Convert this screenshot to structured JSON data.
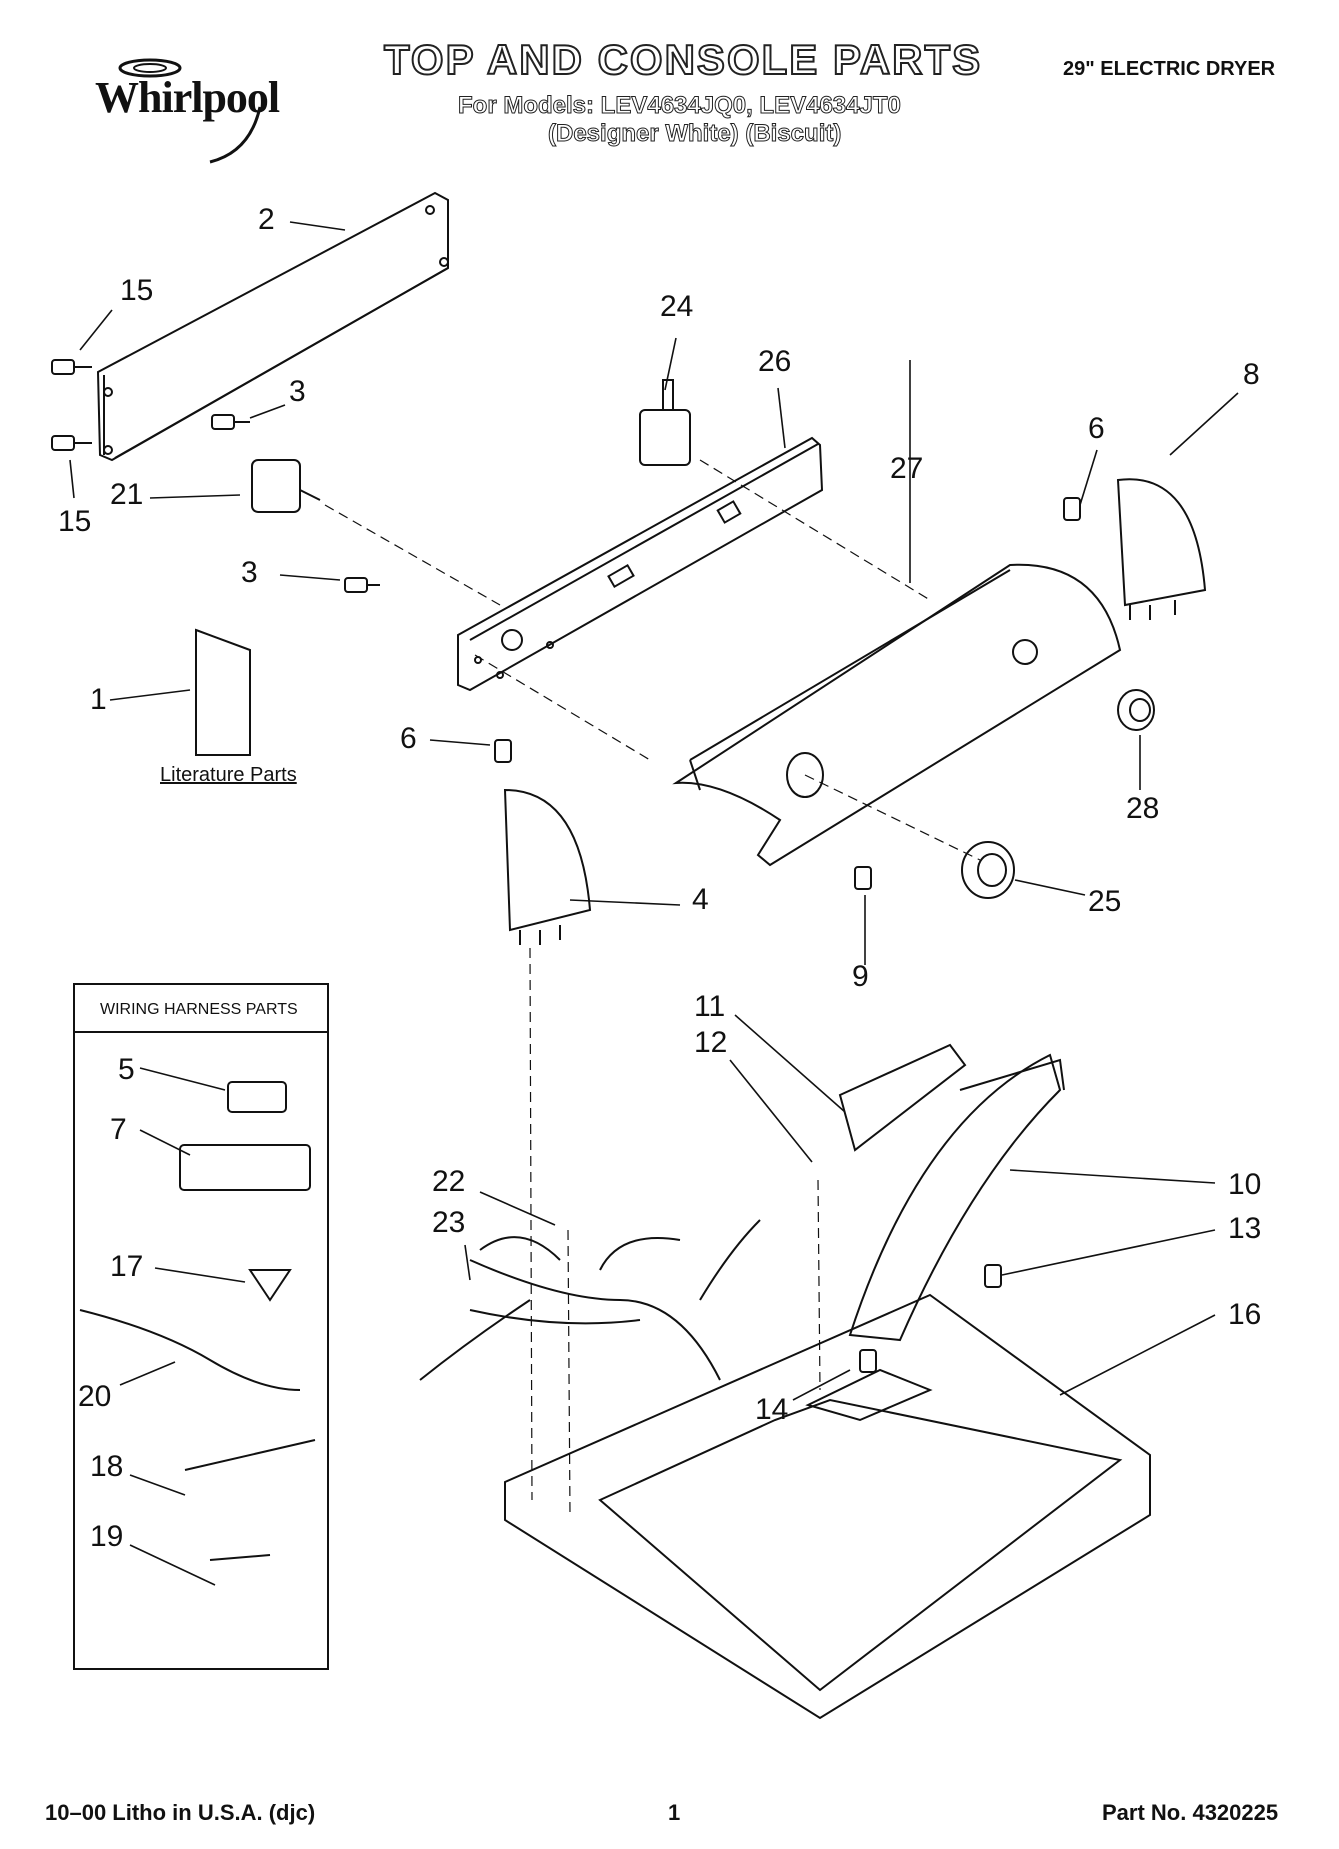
{
  "header": {
    "brand": "Whirlpool",
    "title": "TOP AND CONSOLE PARTS",
    "models": "For Models: LEV4634JQ0, LEV4634JT0",
    "variants": "(Designer White)  (Biscuit)",
    "product": "29\" ELECTRIC DRYER"
  },
  "labels": {
    "literature_parts": "Literature Parts",
    "wiring_harness_parts": "WIRING HARNESS PARTS"
  },
  "callouts": {
    "c1": "1",
    "c2": "2",
    "c3a": "3",
    "c3b": "3",
    "c4": "4",
    "c5": "5",
    "c6a": "6",
    "c6b": "6",
    "c7": "7",
    "c8": "8",
    "c9": "9",
    "c10": "10",
    "c11": "11",
    "c12": "12",
    "c13": "13",
    "c14": "14",
    "c15a": "15",
    "c15b": "15",
    "c16": "16",
    "c17": "17",
    "c18": "18",
    "c19": "19",
    "c20": "20",
    "c21": "21",
    "c22": "22",
    "c23": "23",
    "c24": "24",
    "c25": "25",
    "c26": "26",
    "c27": "27",
    "c28": "28"
  },
  "footer": {
    "litho": "10–00 Litho in U.S.A. (djc)",
    "page": "1",
    "part_no": "Part No. 4320225"
  }
}
